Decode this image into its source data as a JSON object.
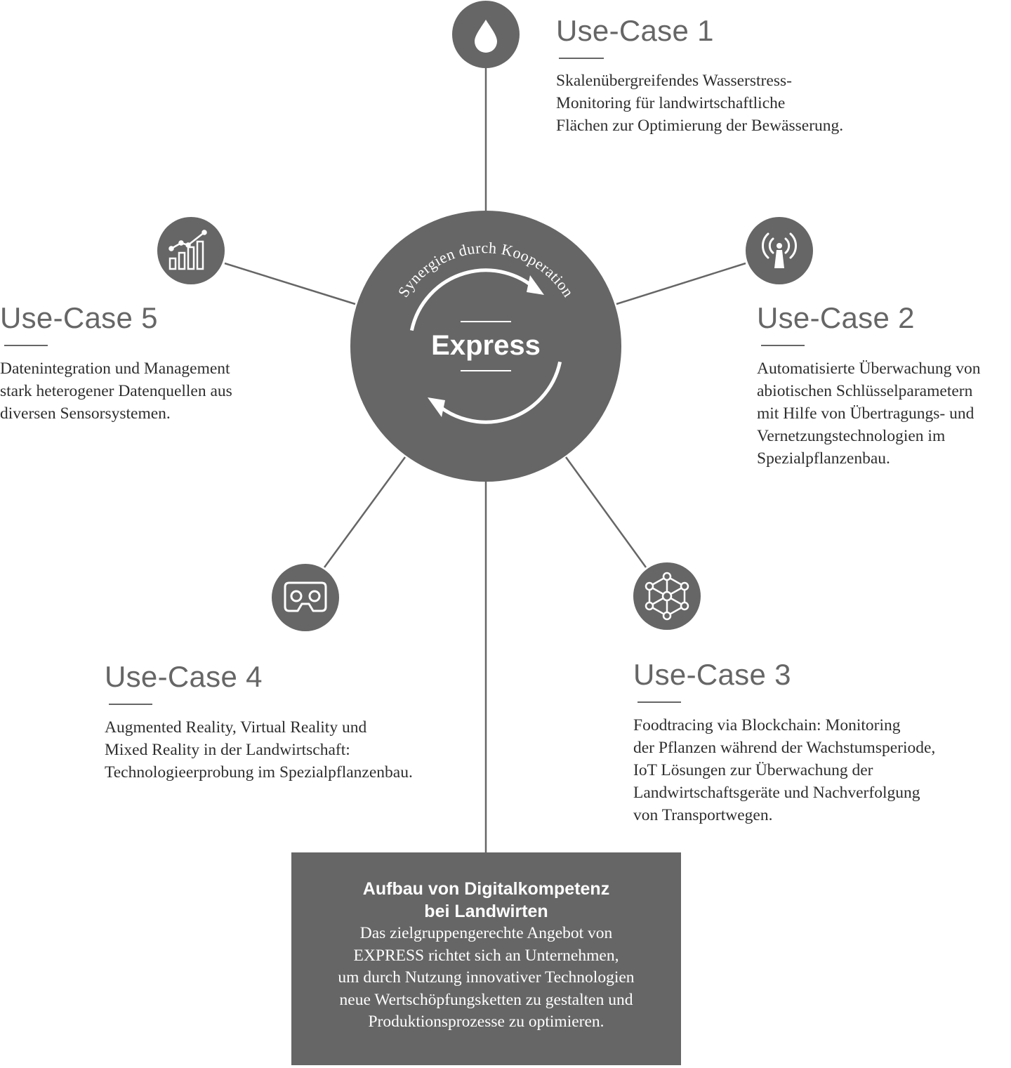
{
  "center": {
    "title": "Express",
    "arc_text": "Synergien durch Kooperation"
  },
  "use_cases": [
    {
      "title": "Use-Case 1",
      "text": "Skalenübergreifendes Wasserstress-\nMonitoring für landwirtschaftliche\nFlächen zur Optimierung der Bewässerung.",
      "icon": "water-drop-icon"
    },
    {
      "title": "Use-Case 2",
      "text": "Automatisierte Überwachung von\nabiotischen Schlüsselparametern\nmit Hilfe von Übertragungs- und\nVernetzungstechnologien im\nSpezialpflanzenbau.",
      "icon": "antenna-icon"
    },
    {
      "title": "Use-Case 3",
      "text": "Foodtracing via Blockchain: Monitoring\nder Pflanzen während der Wachstumsperiode,\nIoT Lösungen zur Überwachung der\nLandwirtschaftsgeräte und Nachverfolgung\nvon Transportwegen.",
      "icon": "blockchain-network-icon"
    },
    {
      "title": "Use-Case 4",
      "text": "Augmented Reality, Virtual Reality und\nMixed Reality in der Landwirtschaft:\nTechnologieerprobung im Spezialpflanzenbau.",
      "icon": "vr-headset-icon"
    },
    {
      "title": "Use-Case 5",
      "text": "Datenintegration und Management\nstark heterogener Datenquellen aus\ndiversen Sensorsystemen.",
      "icon": "bar-chart-icon"
    }
  ],
  "bottom_box": {
    "title": "Aufbau von Digitalkompetenz\nbei Landwirten",
    "text": "Das zielgruppengerechte Angebot von\nEXPRESS richtet sich an Unternehmen,\num durch Nutzung innovativer Technologien\nneue Wertschöpfungsketten zu gestalten und\nProduktionsprozesse zu optimieren."
  },
  "colors": {
    "node": "#666666",
    "line": "#666666",
    "title": "#666666",
    "text": "#2e2e2e",
    "icon": "#ffffff"
  }
}
